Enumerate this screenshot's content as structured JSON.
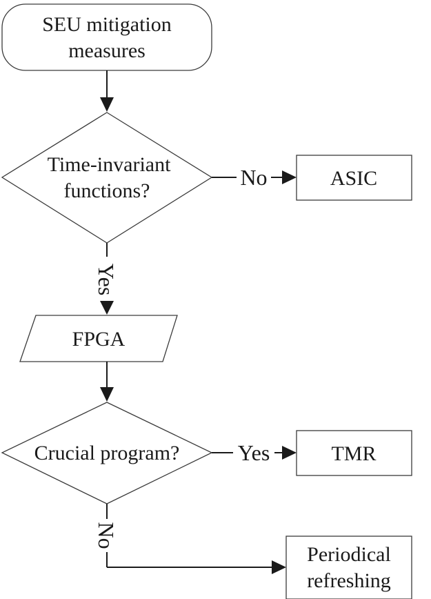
{
  "nodes": {
    "start": {
      "line1": "SEU mitigation",
      "line2": "measures"
    },
    "decision1": {
      "line1": "Time-invariant",
      "line2": "functions?"
    },
    "asic": {
      "label": "ASIC"
    },
    "fpga": {
      "label": "FPGA"
    },
    "decision2": {
      "label": "Crucial program?"
    },
    "tmr": {
      "label": "TMR"
    },
    "refresh": {
      "line1": "Periodical",
      "line2": "refreshing"
    }
  },
  "edges": {
    "d1_no": "No",
    "d1_yes": "Yes",
    "d2_yes": "Yes",
    "d2_no": "No"
  }
}
